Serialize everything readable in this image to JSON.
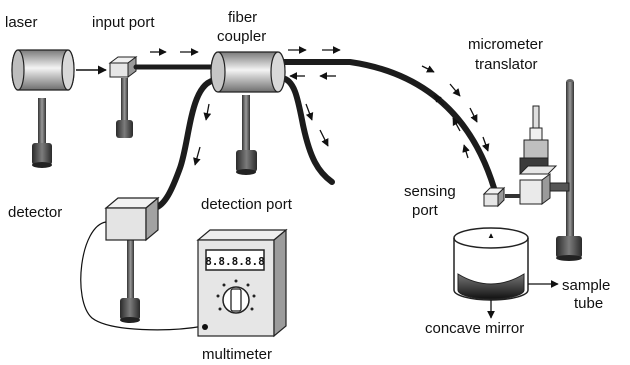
{
  "labels": {
    "laser": "laser",
    "input_port": "input port",
    "fiber": "fiber",
    "coupler": "coupler",
    "micrometer": "micrometer",
    "translator": "translator",
    "detector": "detector",
    "detection_port": "detection port",
    "sensing": "sensing",
    "port": "port",
    "sample": "sample",
    "tube": "tube",
    "concave_mirror": "concave mirror",
    "multimeter": "multimeter"
  },
  "display_digits": "8.8.8.8.8"
}
